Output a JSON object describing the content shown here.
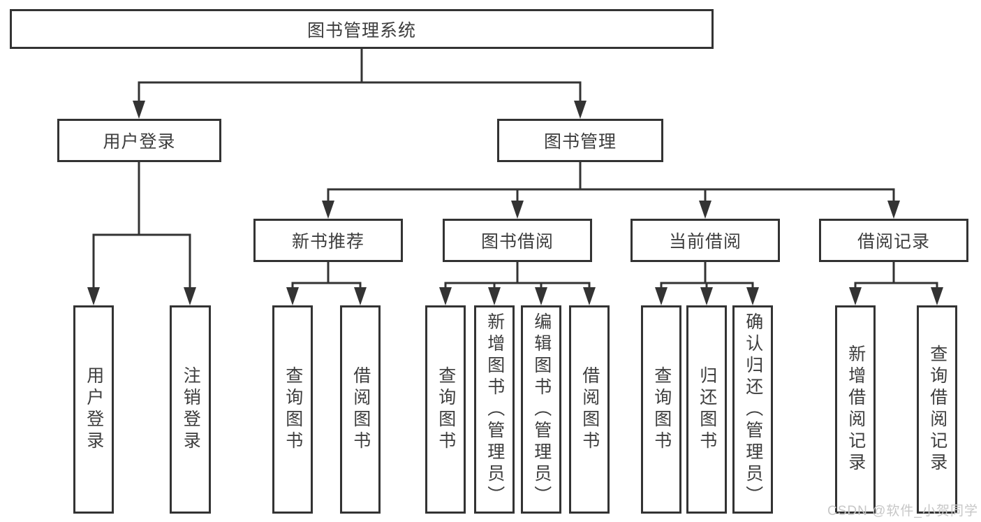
{
  "watermark": "CSDN @软件_小贺同学",
  "tree": {
    "root": "图书管理系统",
    "branches": [
      {
        "label": "用户登录",
        "leaves": [
          "用户登录",
          "注销登录"
        ]
      },
      {
        "label": "图书管理",
        "groups": [
          {
            "label": "新书推荐",
            "leaves": [
              "查询图书",
              "借阅图书"
            ]
          },
          {
            "label": "图书借阅",
            "leaves": [
              "查询图书",
              "新增图书（管理员）",
              "编辑图书（管理员）",
              "借阅图书"
            ]
          },
          {
            "label": "当前借阅",
            "leaves": [
              "查询图书",
              "归还图书",
              "确认归还（管理员）"
            ]
          },
          {
            "label": "借阅记录",
            "leaves": [
              "新增借阅记录",
              "查询借阅记录"
            ]
          }
        ]
      }
    ]
  },
  "colors": {
    "line": "#333333",
    "text": "#3d3d3d",
    "watermark": "#c7c7c7"
  }
}
